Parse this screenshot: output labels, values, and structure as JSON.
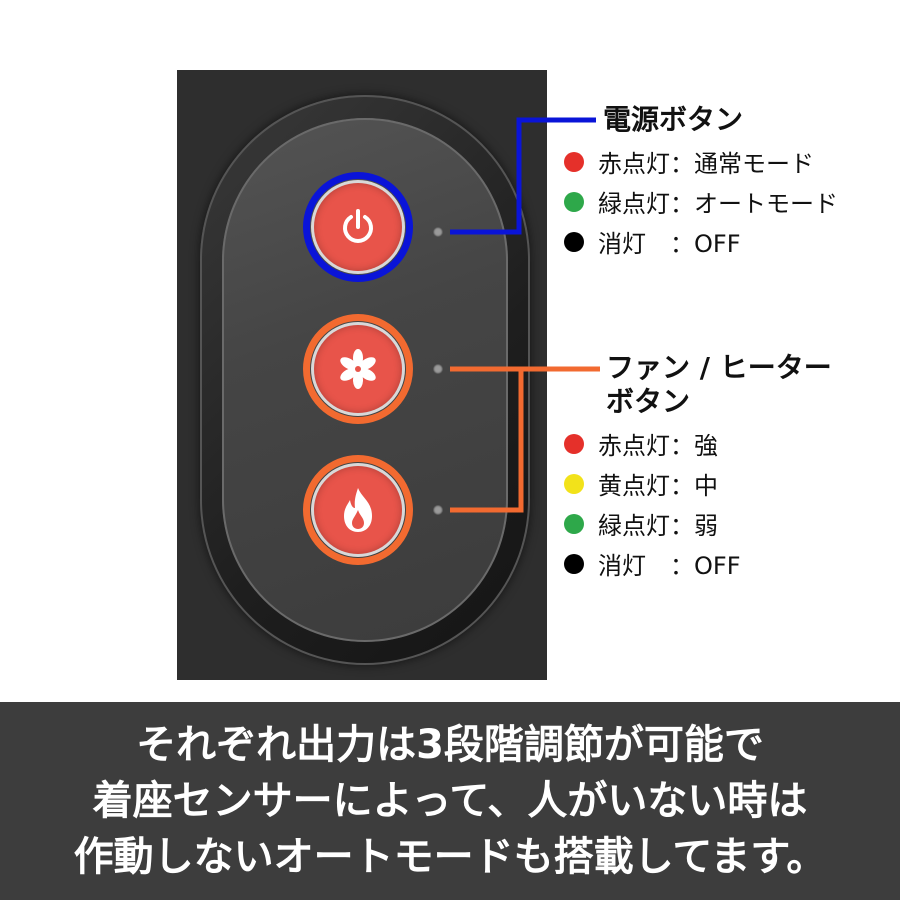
{
  "power": {
    "title": "電源ボタン",
    "legend": [
      {
        "color": "#e5302a",
        "text": "赤点灯：通常モード"
      },
      {
        "color": "#2ea84a",
        "text": "緑点灯：オートモード"
      },
      {
        "color": "#000000",
        "text": "消灯　：OFF"
      }
    ]
  },
  "fan_heater": {
    "title_line1": "ファン / ヒーター",
    "title_line2": "ボタン",
    "legend": [
      {
        "color": "#e5302a",
        "text": "赤点灯：強"
      },
      {
        "color": "#f2e21a",
        "text": "黄点灯：中"
      },
      {
        "color": "#2ea84a",
        "text": "緑点灯：弱"
      },
      {
        "color": "#000000",
        "text": "消灯　：OFF"
      }
    ]
  },
  "colors": {
    "power_highlight": "#0a14d8",
    "fan_heater_highlight": "#f26a30",
    "button_red": "#e8544a"
  },
  "icons": {
    "power": "power-icon",
    "fan": "fan-icon",
    "heat": "flame-icon"
  },
  "caption": {
    "line1": "それぞれ出力は3段階調節が可能で",
    "line2": "着座センサーによって、人がいない時は",
    "line3": "作動しないオートモードも搭載してます。"
  }
}
